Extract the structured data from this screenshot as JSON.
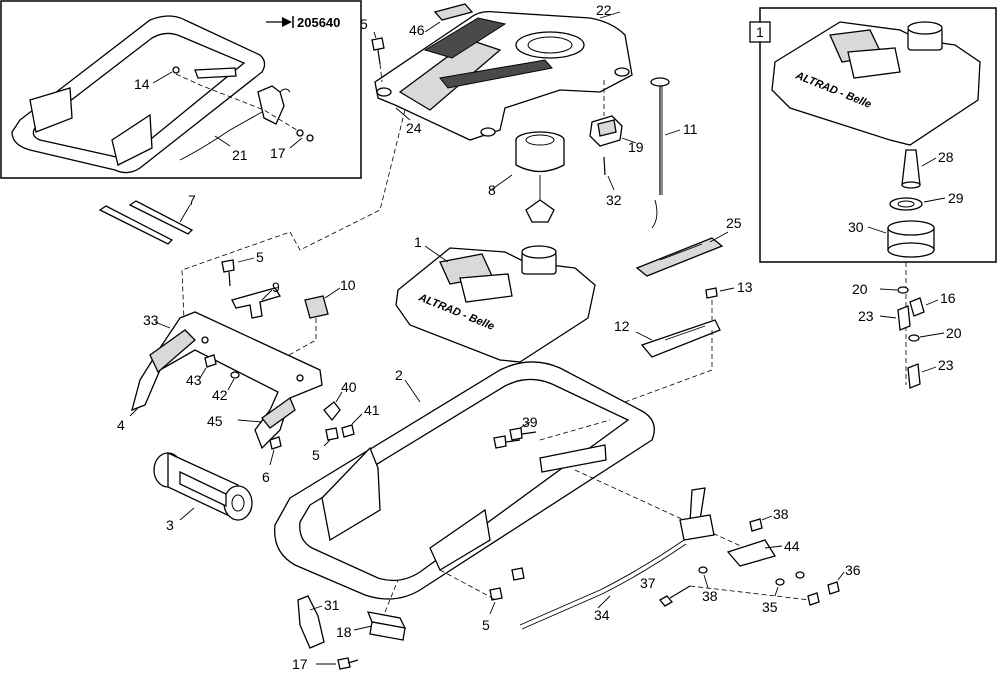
{
  "inset_left": {
    "ref_code": "205640"
  },
  "inset_right": {
    "badge": "1"
  },
  "tank_brand": "ALTRAD - Belle",
  "callouts": {
    "c1": "1",
    "c1b": "1",
    "c2": "2",
    "c3": "3",
    "c4": "4",
    "c5a": "5",
    "c5b": "5",
    "c5c": "5",
    "c5d": "5",
    "c6": "6",
    "c7": "7",
    "c8": "8",
    "c9": "9",
    "c10": "10",
    "c11": "11",
    "c12": "12",
    "c13": "13",
    "c14": "14",
    "c16": "16",
    "c17a": "17",
    "c17b": "17",
    "c18": "18",
    "c19": "19",
    "c20a": "20",
    "c20b": "20",
    "c21": "21",
    "c22": "22",
    "c23a": "23",
    "c23b": "23",
    "c24": "24",
    "c25": "25",
    "c28": "28",
    "c29": "29",
    "c30": "30",
    "c31": "31",
    "c32": "32",
    "c33": "33",
    "c34": "34",
    "c35": "35",
    "c36": "36",
    "c37": "37",
    "c38a": "38",
    "c38b": "38",
    "c39": "39",
    "c40": "40",
    "c41": "41",
    "c42": "42",
    "c43": "43",
    "c44": "44",
    "c45": "45",
    "c46": "46"
  }
}
